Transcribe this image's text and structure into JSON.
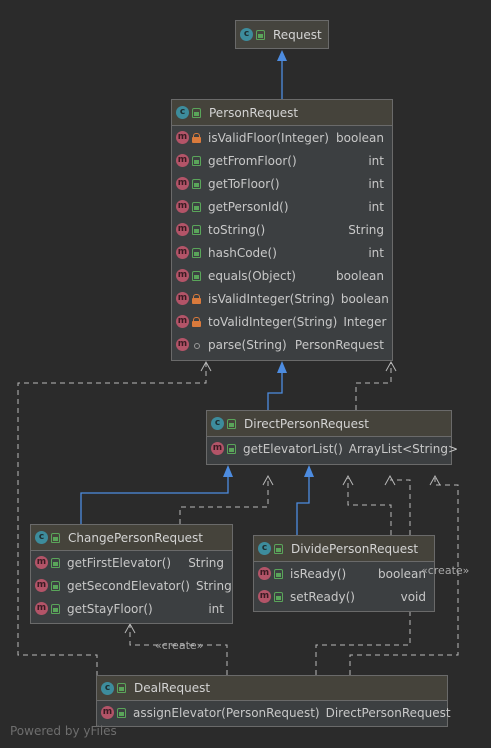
{
  "classes": {
    "request": {
      "name": "Request",
      "methods": []
    },
    "person_request": {
      "name": "PersonRequest",
      "methods": [
        {
          "name": "isValidFloor(Integer)",
          "type": "boolean",
          "visibility": "private"
        },
        {
          "name": "getFromFloor()",
          "type": "int",
          "visibility": "public"
        },
        {
          "name": "getToFloor()",
          "type": "int",
          "visibility": "public"
        },
        {
          "name": "getPersonId()",
          "type": "int",
          "visibility": "public"
        },
        {
          "name": "toString()",
          "type": "String",
          "visibility": "public"
        },
        {
          "name": "hashCode()",
          "type": "int",
          "visibility": "public"
        },
        {
          "name": "equals(Object)",
          "type": "boolean",
          "visibility": "public"
        },
        {
          "name": "isValidInteger(String)",
          "type": "boolean",
          "visibility": "private"
        },
        {
          "name": "toValidInteger(String)",
          "type": "Integer",
          "visibility": "private"
        },
        {
          "name": "parse(String)",
          "type": "PersonRequest",
          "visibility": "package"
        }
      ]
    },
    "direct_person_request": {
      "name": "DirectPersonRequest",
      "methods": [
        {
          "name": "getElevatorList()",
          "type": "ArrayList<String>",
          "visibility": "public"
        }
      ]
    },
    "change_person_request": {
      "name": "ChangePersonRequest",
      "methods": [
        {
          "name": "getFirstElevator()",
          "type": "String",
          "visibility": "public"
        },
        {
          "name": "getSecondElevator()",
          "type": "String",
          "visibility": "public"
        },
        {
          "name": "getStayFloor()",
          "type": "int",
          "visibility": "public"
        }
      ]
    },
    "divide_person_request": {
      "name": "DividePersonRequest",
      "methods": [
        {
          "name": "isReady()",
          "type": "boolean",
          "visibility": "public"
        },
        {
          "name": "setReady()",
          "type": "void",
          "visibility": "public"
        }
      ]
    },
    "deal_request": {
      "name": "DealRequest",
      "methods": [
        {
          "name": "assignElevator(PersonRequest)",
          "type": "DirectPersonRequest",
          "visibility": "public"
        }
      ]
    }
  },
  "labels": {
    "create_1": "«create»",
    "create_2": "«create»"
  },
  "badges": {
    "class_letter": "c",
    "method_letter": "m"
  },
  "watermark": "Powered by yFiles",
  "colors": {
    "background": "#2b2b2b",
    "inheritance": "#4d8ce0",
    "dependency": "#b8b8b8",
    "class_badge": "#3d8c9c",
    "method_badge": "#b35468"
  }
}
